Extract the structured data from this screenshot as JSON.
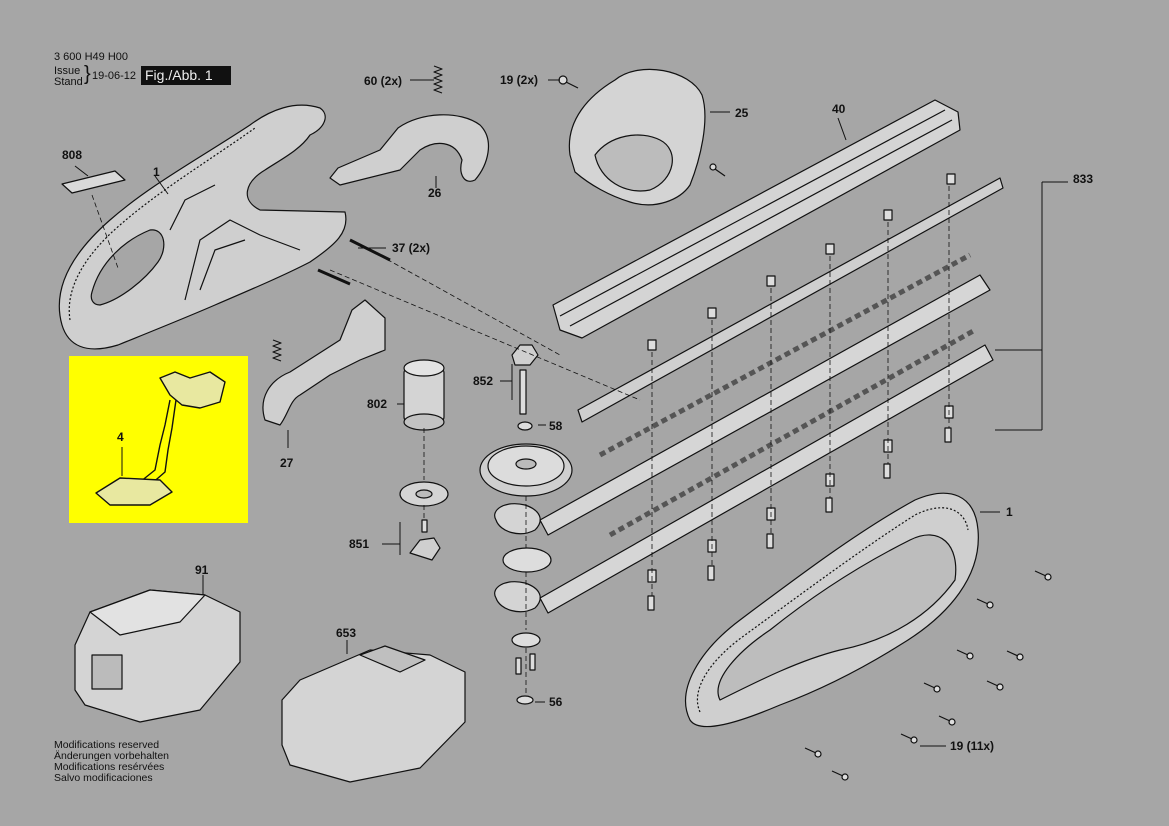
{
  "header": {
    "doc_number": "3 600 H49 H00",
    "issue_label": "Issue",
    "stand_label": "Stand",
    "date": "19-06-12",
    "figure": "Fig./Abb. 1"
  },
  "labels": {
    "l808": "808",
    "l1a": "1",
    "l60": "60 (2x)",
    "l26": "26",
    "l19a": "19 (2x)",
    "l25": "25",
    "l40": "40",
    "l833": "833",
    "l37": "37 (2x)",
    "l4": "4",
    "l27": "27",
    "l802": "802",
    "l852": "852",
    "l58": "58",
    "l851": "851",
    "l91": "91",
    "l653": "653",
    "l56": "56",
    "l1b": "1",
    "l19b": "19 (11x)"
  },
  "footer": {
    "line1": "Modifications reserved",
    "line2": "Änderungen vorbehalten",
    "line3": "Modifications resérvées",
    "line4": "Salvo modificaciones"
  },
  "colors": {
    "background": "#a6a6a6",
    "highlight": "#ffff00",
    "line": "#111111",
    "part_light": "#d9d9d9"
  }
}
